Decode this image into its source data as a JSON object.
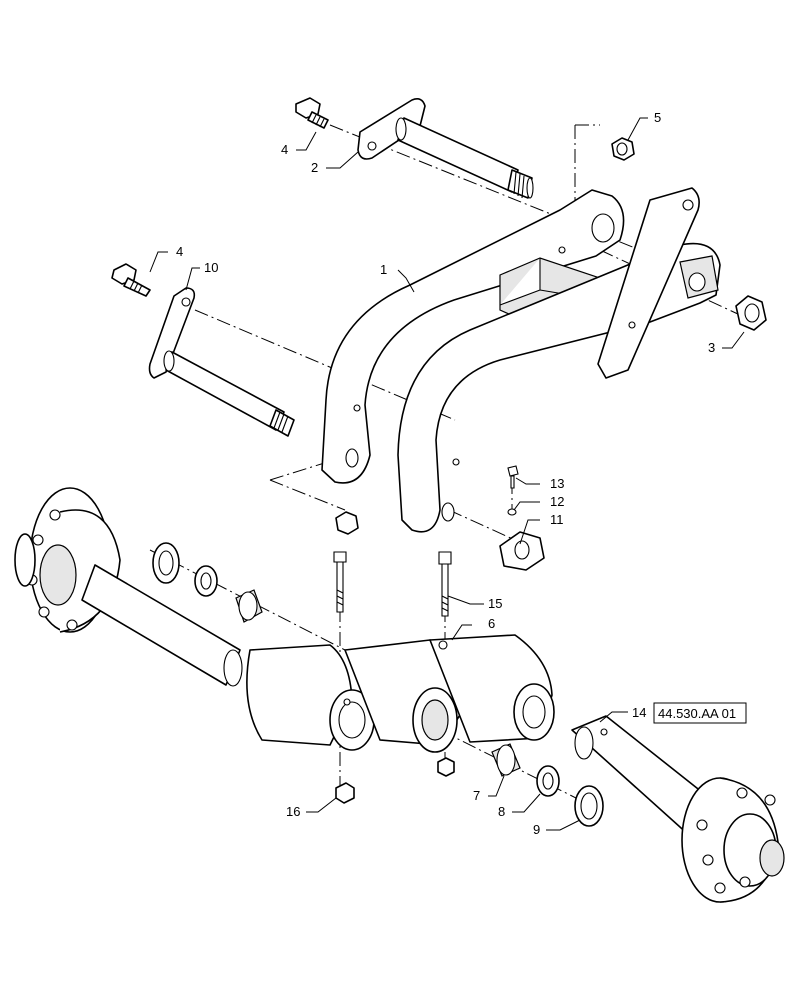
{
  "callouts": {
    "c1": "1",
    "c2": "2",
    "c3": "3",
    "c4a": "4",
    "c4b": "4",
    "c5": "5",
    "c6": "6",
    "c7": "7",
    "c8": "8",
    "c9": "9",
    "c10": "10",
    "c11": "11",
    "c12": "12",
    "c13": "13",
    "c14": "14",
    "c15": "15",
    "c16": "16"
  },
  "reference": {
    "code": "44.530.AA 01"
  }
}
